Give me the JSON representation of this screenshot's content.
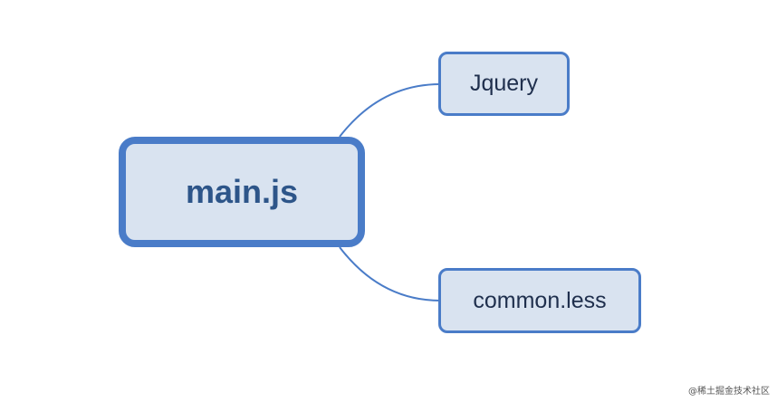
{
  "diagram": {
    "root": {
      "label": "main.js"
    },
    "children": [
      {
        "label": "Jquery"
      },
      {
        "label": "common.less"
      }
    ]
  },
  "watermark": "@稀土掘金技术社区",
  "colors": {
    "node_fill": "#d9e3f0",
    "node_border": "#4a7cc8",
    "root_text": "#2d5589",
    "child_text": "#1f2f4d",
    "connector": "#4a7cc8"
  }
}
